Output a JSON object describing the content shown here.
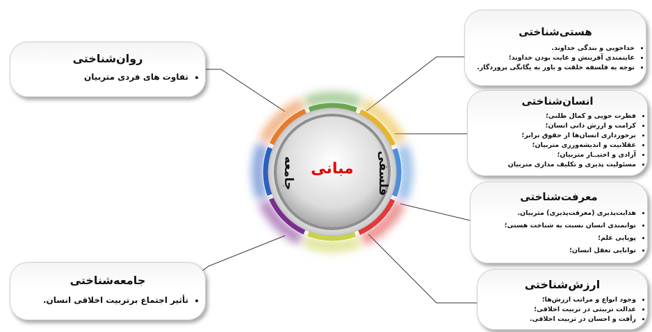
{
  "center": {
    "top": "مبانی",
    "left": "جامعه",
    "right": "فلسفی",
    "top_color": "#e00000",
    "side_color": "#111111"
  },
  "ring_colors": [
    "#6aa84f",
    "#e8b52a",
    "#4f8fd8",
    "#e03a3a",
    "#c8d24a",
    "#7a2f8f",
    "#2e5fbf",
    "#e87b2a"
  ],
  "boxes": {
    "hasti": {
      "title": "هستی‌شناختی",
      "items": [
        "خداجویی و بندگی خداوند.",
        "غایتمندی آفرینش و غایت بودن خداوند؛",
        "توجه به فلسفه خلقت و باور به یگانگی پروردگار."
      ]
    },
    "ensan": {
      "title": "انسان‌شناختی",
      "items": [
        "فطرت جویی و کمال طلبی؛",
        "کرامت و ارزش ذاتی انسان؛",
        "برخورداری انسان‌ها از حقوق برابر؛",
        "عقلانیت و اندیشه‌ورزی متربیان؛",
        "آزادی و اختیــار متربیان؛",
        "مسئولیت پذیری و تکلیف مداری متربیان"
      ]
    },
    "marefat": {
      "title": "معرفت‌شناختی",
      "items": [
        "هدایت‌پذیری (معرفت‌پذیری) متربیان.",
        "توانمندی انسان نسبت به شناخت هستی؛",
        "پویایی علم؛",
        "توانایی تعقل انسان؛"
      ]
    },
    "arzesh": {
      "title": "ارزش‌شناختی",
      "items": [
        "وجود انواع و مراتب ارزش‌ها؛",
        "عدالت تربیتی در تربیت اخلاقی؛",
        "رأفت و احسان در تربیت اخلاقی."
      ]
    },
    "ravan": {
      "title": "روان‌شناختی",
      "items": [
        "تفاوت های فردی متربیان"
      ]
    },
    "jameh": {
      "title": "جامعه‌شناختی",
      "items": [
        "تأثیر اجتماع برتربیت اخلاقی انسان."
      ]
    }
  }
}
